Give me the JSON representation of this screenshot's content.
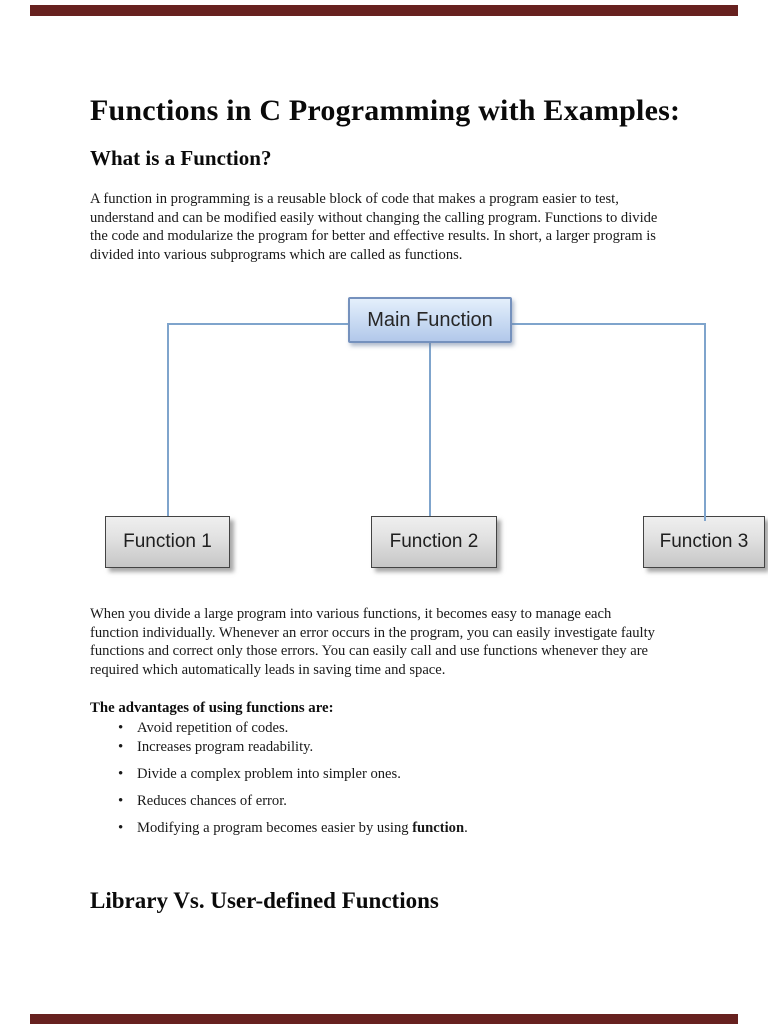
{
  "decor": {
    "bar_color": "#67211f"
  },
  "doc": {
    "title": "Functions in C Programming with Examples:",
    "intro": {
      "heading": "What is a Function?",
      "paragraph": "A function in programming is a reusable block of code that makes a program easier to test,\nunderstand and can be modified easily without changing the calling program. Functions to divide\nthe code and modularize the program for better and effective results. In short, a larger program is\ndivided into various subprograms which are called as functions."
    },
    "diagram": {
      "root_label": "Main Function",
      "children": [
        "Function 1",
        "Function 2",
        "Function 3"
      ],
      "root_fill_top": "#e4effb",
      "root_fill_bottom": "#b2c8ea",
      "root_border": "#7591bd",
      "child_fill_top": "#efefef",
      "child_fill_bottom": "#c6c6c6",
      "child_border": "#434343",
      "connector_color": "#7fa4cc"
    },
    "body2": {
      "paragraph": "When you divide a large program into various functions, it becomes easy to manage each\nfunction individually. Whenever an error occurs in the program, you can easily investigate faulty\nfunctions and correct only those errors. You can easily call and use functions whenever they are\nrequired which automatically leads in saving time and space."
    },
    "advantages": {
      "heading": "The advantages of using functions are:",
      "bullet_glyph": "•",
      "items": [
        "Avoid repetition of codes.",
        "Increases program readability.",
        "Divide a complex problem into simpler ones.",
        "Reduces chances of error."
      ],
      "last_item": {
        "prefix": "Modifying a program becomes easier by using ",
        "bold": "function",
        "suffix": "."
      }
    },
    "outro": {
      "heading": "Library Vs. User-defined Functions"
    }
  }
}
